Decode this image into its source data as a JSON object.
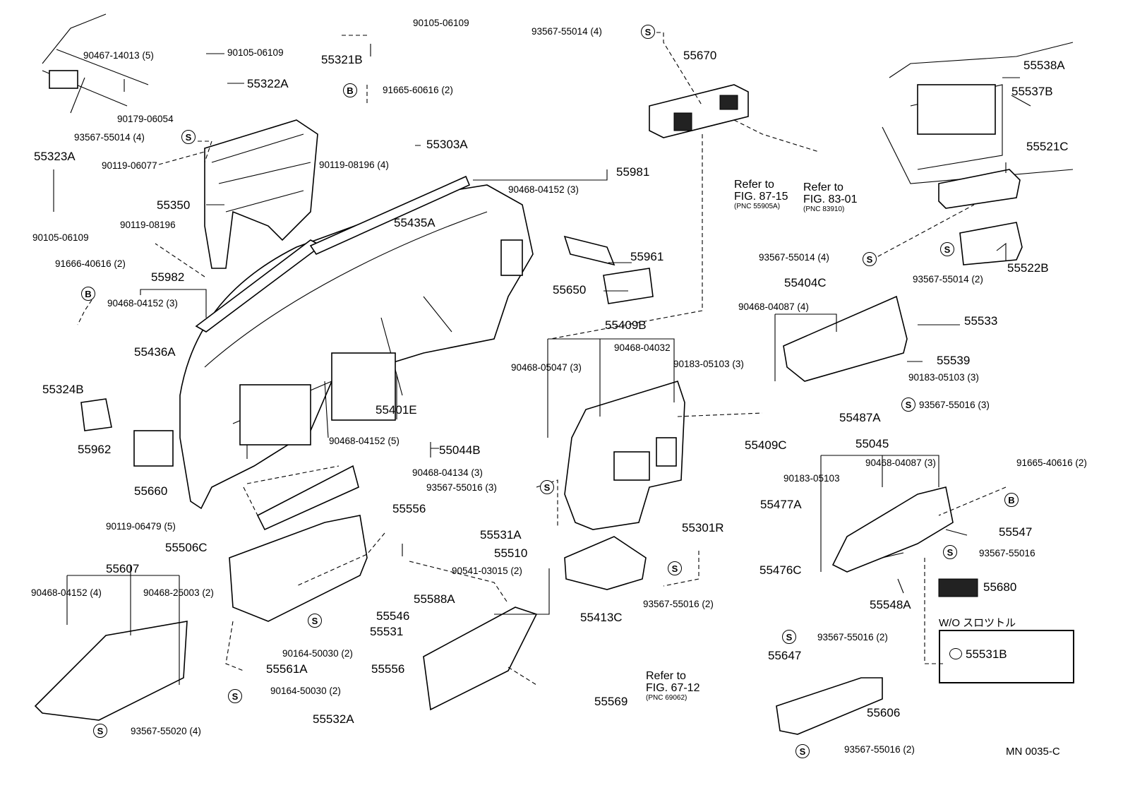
{
  "diagram_code": "MN 0035-C",
  "variant_box": {
    "title": "W/O スロツトル",
    "part": "55531B"
  },
  "references": [
    {
      "line1": "Refer to",
      "line2": "FIG. 87-15",
      "pnc": "(PNC 55905A)"
    },
    {
      "line1": "Refer to",
      "line2": "FIG. 83-01",
      "pnc": "(PNC 83910)"
    },
    {
      "line1": "Refer to",
      "line2": "FIG. 67-12",
      "pnc": "(PNC 69062)"
    }
  ],
  "parts": [
    {
      "text": "90467-14013 (5)",
      "size": "sm"
    },
    {
      "text": "90105-06109",
      "size": "sm"
    },
    {
      "text": "55322A",
      "size": "big"
    },
    {
      "text": "90179-06054",
      "size": "sm"
    },
    {
      "text": "93567-55014 (4)",
      "size": "sm"
    },
    {
      "text": "55323A",
      "size": "big"
    },
    {
      "text": "90119-06077",
      "size": "sm"
    },
    {
      "text": "55350",
      "size": "big"
    },
    {
      "text": "90105-06109",
      "size": "sm"
    },
    {
      "text": "90119-08196",
      "size": "sm"
    },
    {
      "text": "91666-40616 (2)",
      "size": "sm"
    },
    {
      "text": "55982",
      "size": "big"
    },
    {
      "text": "90468-04152 (3)",
      "size": "sm"
    },
    {
      "text": "55436A",
      "size": "big"
    },
    {
      "text": "55324B",
      "size": "big"
    },
    {
      "text": "55962",
      "size": "big"
    },
    {
      "text": "55660",
      "size": "big"
    },
    {
      "text": "90119-06479 (5)",
      "size": "sm"
    },
    {
      "text": "55506C",
      "size": "big"
    },
    {
      "text": "55607",
      "size": "big"
    },
    {
      "text": "90468-04152 (4)",
      "size": "sm"
    },
    {
      "text": "90468-25003 (2)",
      "size": "sm"
    },
    {
      "text": "93567-55020 (4)",
      "size": "sm"
    },
    {
      "text": "90105-06109",
      "size": "sm"
    },
    {
      "text": "55321B",
      "size": "big"
    },
    {
      "text": "91665-60616 (2)",
      "size": "sm"
    },
    {
      "text": "55303A",
      "size": "big"
    },
    {
      "text": "90119-08196 (4)",
      "size": "sm"
    },
    {
      "text": "55981",
      "size": "big"
    },
    {
      "text": "90468-04152 (3)",
      "size": "sm"
    },
    {
      "text": "55435A",
      "size": "big"
    },
    {
      "text": "55401E",
      "size": "big"
    },
    {
      "text": "90468-04152 (5)",
      "size": "sm"
    },
    {
      "text": "55044B",
      "size": "big"
    },
    {
      "text": "90468-04134 (3)",
      "size": "sm"
    },
    {
      "text": "93567-55016 (3)",
      "size": "sm"
    },
    {
      "text": "55556",
      "size": "big"
    },
    {
      "text": "55531A",
      "size": "big"
    },
    {
      "text": "55510",
      "size": "big"
    },
    {
      "text": "90541-03015 (2)",
      "size": "sm"
    },
    {
      "text": "55546",
      "size": "big"
    },
    {
      "text": "55588A",
      "size": "big"
    },
    {
      "text": "55531",
      "size": "big"
    },
    {
      "text": "90164-50030 (2)",
      "size": "sm"
    },
    {
      "text": "55561A",
      "size": "big"
    },
    {
      "text": "90164-50030 (2)",
      "size": "sm"
    },
    {
      "text": "55556",
      "size": "big"
    },
    {
      "text": "55532A",
      "size": "big"
    },
    {
      "text": "55569",
      "size": "big"
    },
    {
      "text": "93567-55014 (4)",
      "size": "sm"
    },
    {
      "text": "55670",
      "size": "big"
    },
    {
      "text": "55961",
      "size": "big"
    },
    {
      "text": "55650",
      "size": "big"
    },
    {
      "text": "55409B",
      "size": "big"
    },
    {
      "text": "90468-04032",
      "size": "sm"
    },
    {
      "text": "90468-05047 (3)",
      "size": "sm"
    },
    {
      "text": "90183-05103 (3)",
      "size": "sm"
    },
    {
      "text": "55409C",
      "size": "big"
    },
    {
      "text": "55301R",
      "size": "big"
    },
    {
      "text": "93567-55016 (2)",
      "size": "sm"
    },
    {
      "text": "55413C",
      "size": "big"
    },
    {
      "text": "55477A",
      "size": "big"
    },
    {
      "text": "55538A",
      "size": "big"
    },
    {
      "text": "55537B",
      "size": "big"
    },
    {
      "text": "55521C",
      "size": "big"
    },
    {
      "text": "93567-55014 (4)",
      "size": "sm"
    },
    {
      "text": "55522B",
      "size": "big"
    },
    {
      "text": "93567-55014 (2)",
      "size": "sm"
    },
    {
      "text": "55404C",
      "size": "big"
    },
    {
      "text": "90468-04087 (4)",
      "size": "sm"
    },
    {
      "text": "55533",
      "size": "big"
    },
    {
      "text": "55539",
      "size": "big"
    },
    {
      "text": "90183-05103 (3)",
      "size": "sm"
    },
    {
      "text": "93567-55016 (3)",
      "size": "sm"
    },
    {
      "text": "55487A",
      "size": "big"
    },
    {
      "text": "55045",
      "size": "big"
    },
    {
      "text": "90468-04087 (3)",
      "size": "sm"
    },
    {
      "text": "90183-05103",
      "size": "sm"
    },
    {
      "text": "91665-40616 (2)",
      "size": "sm"
    },
    {
      "text": "55547",
      "size": "big"
    },
    {
      "text": "93567-55016",
      "size": "sm"
    },
    {
      "text": "55476C",
      "size": "big"
    },
    {
      "text": "55680",
      "size": "big"
    },
    {
      "text": "55548A",
      "size": "big"
    },
    {
      "text": "93567-55016 (2)",
      "size": "sm"
    },
    {
      "text": "55647",
      "size": "big"
    },
    {
      "text": "55606",
      "size": "big"
    },
    {
      "text": "93567-55016 (2)",
      "size": "sm"
    }
  ],
  "badges": [
    "S",
    "S",
    "B",
    "B",
    "S",
    "S",
    "S",
    "S",
    "S",
    "S",
    "S",
    "S",
    "S",
    "S",
    "B",
    "S",
    "S",
    "S",
    "S",
    "S"
  ]
}
